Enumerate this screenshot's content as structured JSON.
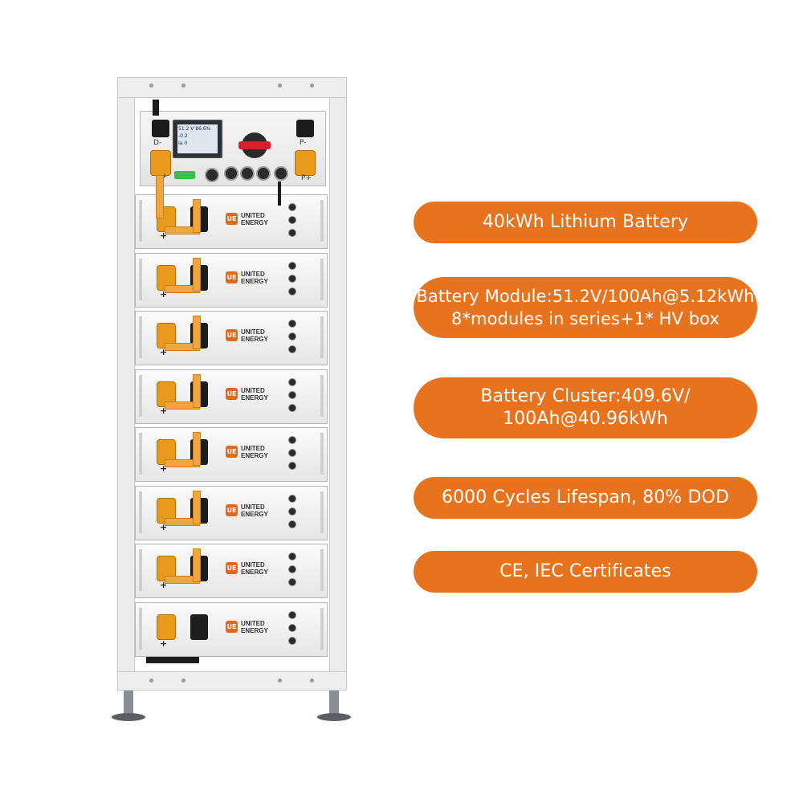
{
  "product": {
    "brand_logo": "UE",
    "brand_text": "UNITED\nENERGY",
    "module_count": 8,
    "hv_box": {
      "lcd_line1": "51.2 V 86.6%",
      "lcd_line2": "-0.2",
      "lcd_line3": "Ia 0",
      "label_dminus": "D-",
      "label_pminus": "P-",
      "label_pplus": "P+",
      "label_plus": "+"
    },
    "module_plus_label": "+"
  },
  "features": [
    {
      "text": "40kWh Lithium Battery"
    },
    {
      "text": "Battery Module:51.2V/100Ah@5.12kWh\n8*modules in series+1* HV box"
    },
    {
      "text": "Battery Cluster:409.6V/\n100Ah@40.96kWh"
    },
    {
      "text": "6000 Cycles Lifespan, 80% DOD"
    },
    {
      "text": "CE, IEC Certificates"
    }
  ],
  "colors": {
    "accent": "#e8731e",
    "connector_orange": "#e89a1a",
    "switch_red": "#d8202a"
  }
}
